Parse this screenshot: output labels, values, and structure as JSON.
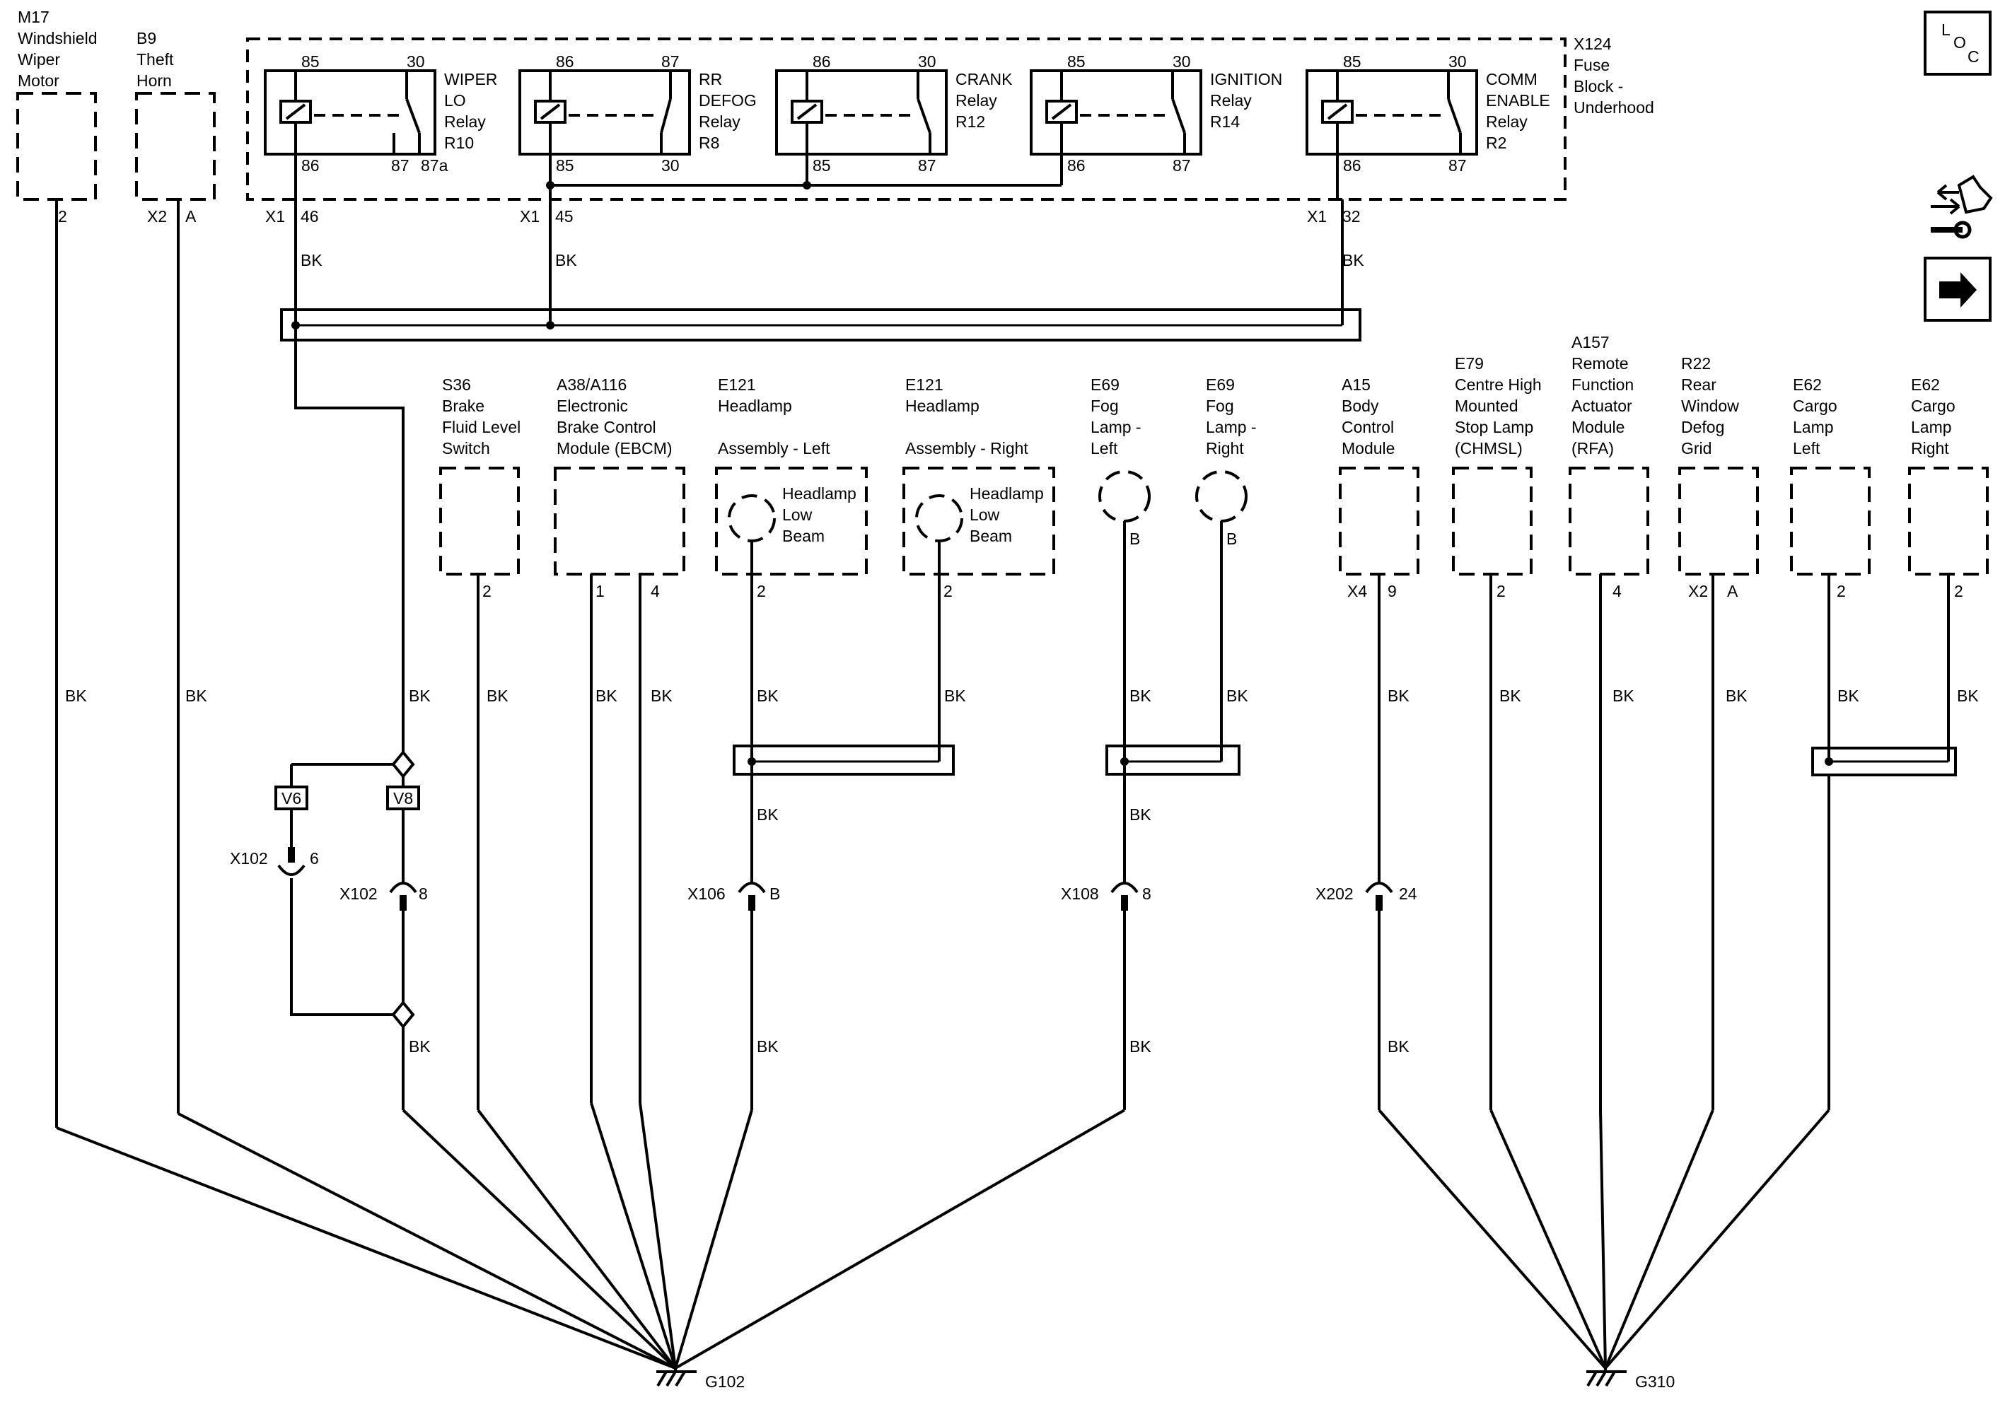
{
  "fuse_block": {
    "label": [
      "X124",
      "Fuse",
      "Block -",
      "Underhood"
    ],
    "connector_pins": [
      {
        "connector": "X1",
        "pin": "46",
        "wire": "BK"
      },
      {
        "connector": "X1",
        "pin": "45",
        "wire": "BK"
      },
      {
        "connector": "X1",
        "pin": "32",
        "wire": "BK"
      }
    ],
    "relays": [
      {
        "name": [
          "WIPER",
          "LO",
          "Relay",
          "R10"
        ],
        "top_left": "85",
        "top_right": "30",
        "bottom_left": "86",
        "bottom_right": "87",
        "bottom_right2": "87a"
      },
      {
        "name": [
          "RR",
          "DEFOG",
          "Relay",
          "R8"
        ],
        "top_left": "86",
        "top_right": "87",
        "bottom_left": "85",
        "bottom_right": "30",
        "bottom_right2": ""
      },
      {
        "name": [
          "CRANK",
          "Relay",
          "R12"
        ],
        "top_left": "86",
        "top_right": "30",
        "bottom_left": "85",
        "bottom_right": "87",
        "bottom_right2": ""
      },
      {
        "name": [
          "IGNITION",
          "Relay",
          "R14"
        ],
        "top_left": "85",
        "top_right": "30",
        "bottom_left": "86",
        "bottom_right": "87",
        "bottom_right2": ""
      },
      {
        "name": [
          "COMM",
          "ENABLE",
          "Relay",
          "R2"
        ],
        "top_left": "85",
        "top_right": "30",
        "bottom_left": "86",
        "bottom_right": "87",
        "bottom_right2": ""
      }
    ]
  },
  "top_components": [
    {
      "name": [
        "M17",
        "Windshield",
        "Wiper",
        "Motor"
      ],
      "connector": "",
      "pin": "2",
      "wire": "BK"
    },
    {
      "name": [
        "B9",
        "Theft",
        "Horn"
      ],
      "connector": "X2",
      "pin": "A",
      "wire": "BK"
    }
  ],
  "components": [
    {
      "name": [
        "S36",
        "Brake",
        "Fluid Level",
        "Switch"
      ],
      "pins": [
        "2"
      ],
      "wires": [
        "BK"
      ]
    },
    {
      "name": [
        "A38/A116",
        "Electronic",
        "Brake Control",
        "Module (EBCM)"
      ],
      "pins": [
        "1",
        "4"
      ],
      "wires": [
        "BK",
        "BK"
      ]
    },
    {
      "name": [
        "E121",
        "Headlamp",
        "Assembly - Left"
      ],
      "inner": [
        "Headlamp",
        "Low",
        "Beam"
      ],
      "pins": [
        "2"
      ],
      "wires": [
        "BK"
      ]
    },
    {
      "name": [
        "E121",
        "Headlamp",
        "Assembly - Right"
      ],
      "inner": [
        "Headlamp",
        "Low",
        "Beam"
      ],
      "pins": [
        "2"
      ],
      "wires": [
        "BK"
      ]
    },
    {
      "name": [
        "E69",
        "Fog",
        "Lamp -",
        "Left"
      ],
      "pins": [
        "B"
      ],
      "wires": [
        "BK"
      ]
    },
    {
      "name": [
        "E69",
        "Fog",
        "Lamp -",
        "Right"
      ],
      "pins": [
        "B"
      ],
      "wires": [
        "BK"
      ]
    },
    {
      "name": [
        "A15",
        "Body",
        "Control",
        "Module"
      ],
      "connector": "X4",
      "pins": [
        "9"
      ],
      "wires": [
        "BK"
      ]
    },
    {
      "name": [
        "E79",
        "Centre High",
        "Mounted",
        "Stop Lamp",
        "(CHMSL)"
      ],
      "pins": [
        "2"
      ],
      "wires": [
        "BK"
      ]
    },
    {
      "name": [
        "A157",
        "Remote",
        "Function",
        "Actuator",
        "Module",
        "(RFA)"
      ],
      "pins": [
        "4"
      ],
      "wires": [
        "BK"
      ]
    },
    {
      "name": [
        "R22",
        "Rear",
        "Window",
        "Defog",
        "Grid"
      ],
      "connector": "X2",
      "pins": [
        "A"
      ],
      "wires": [
        "BK"
      ]
    },
    {
      "name": [
        "E62",
        "Cargo",
        "Lamp",
        "Left"
      ],
      "pins": [
        "2"
      ],
      "wires": [
        "BK"
      ]
    },
    {
      "name": [
        "E62",
        "Cargo",
        "Lamp",
        "Right"
      ],
      "pins": [
        "2"
      ],
      "wires": [
        "BK"
      ]
    }
  ],
  "variants": {
    "v6": "V6",
    "v8": "V8"
  },
  "inline_connectors": [
    {
      "name": "X102",
      "pin": "6"
    },
    {
      "name": "X102",
      "pin": "8"
    },
    {
      "name": "X106",
      "pin": "B"
    },
    {
      "name": "X108",
      "pin": "8"
    },
    {
      "name": "X202",
      "pin": "24"
    }
  ],
  "wire_labels": {
    "bk": "BK"
  },
  "grounds": {
    "left": "G102",
    "right": "G310"
  },
  "icons": {
    "loc": [
      "L",
      "O",
      "C"
    ],
    "nav1": "exchange-arrows-car-icon",
    "nav2": "wrench-icon",
    "nav3": "right-arrow-icon"
  }
}
